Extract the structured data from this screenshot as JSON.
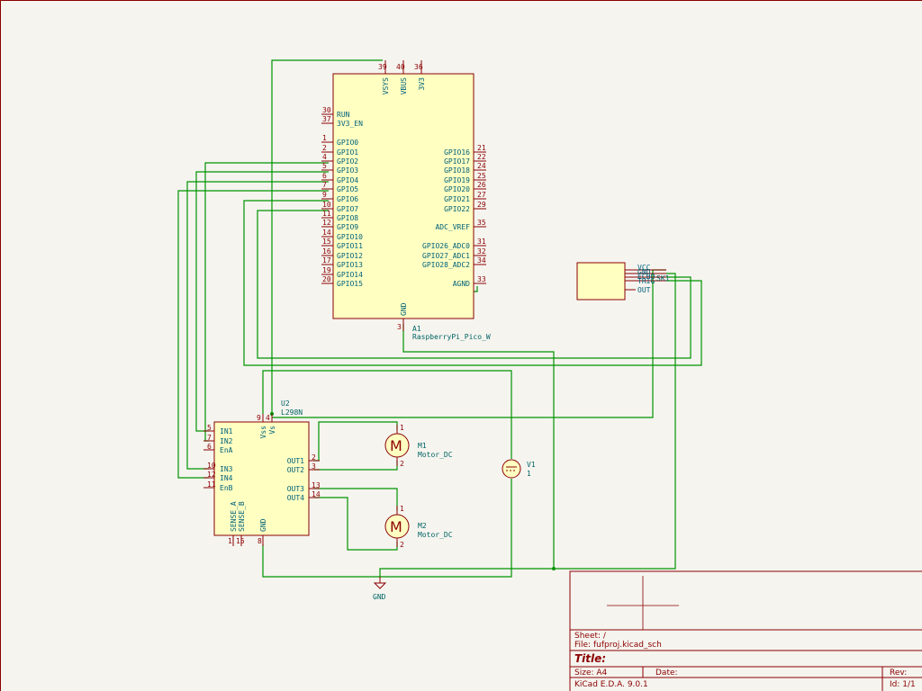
{
  "pico": {
    "ref": "A1",
    "value": "RaspberryPi_Pico_W",
    "left_pins": [
      {
        "num": "30",
        "name": "RUN"
      },
      {
        "num": "37",
        "name": "3V3_EN"
      },
      {
        "num": "1",
        "name": "GPIO0"
      },
      {
        "num": "2",
        "name": "GPIO1"
      },
      {
        "num": "4",
        "name": "GPIO2"
      },
      {
        "num": "5",
        "name": "GPIO3"
      },
      {
        "num": "6",
        "name": "GPIO4"
      },
      {
        "num": "7",
        "name": "GPIO5"
      },
      {
        "num": "9",
        "name": "GPIO6"
      },
      {
        "num": "10",
        "name": "GPIO7"
      },
      {
        "num": "11",
        "name": "GPIO8"
      },
      {
        "num": "12",
        "name": "GPIO9"
      },
      {
        "num": "14",
        "name": "GPIO10"
      },
      {
        "num": "15",
        "name": "GPIO11"
      },
      {
        "num": "16",
        "name": "GPIO12"
      },
      {
        "num": "17",
        "name": "GPIO13"
      },
      {
        "num": "19",
        "name": "GPIO14"
      },
      {
        "num": "20",
        "name": "GPIO15"
      }
    ],
    "right_pins": [
      {
        "num": "21",
        "name": "GPIO16"
      },
      {
        "num": "22",
        "name": "GPIO17"
      },
      {
        "num": "24",
        "name": "GPIO18"
      },
      {
        "num": "25",
        "name": "GPIO19"
      },
      {
        "num": "26",
        "name": "GPIO20"
      },
      {
        "num": "27",
        "name": "GPIO21"
      },
      {
        "num": "29",
        "name": "GPIO22"
      },
      {
        "num": "35",
        "name": "ADC_VREF"
      },
      {
        "num": "31",
        "name": "GPIO26_ADC0"
      },
      {
        "num": "32",
        "name": "GPIO27_ADC1"
      },
      {
        "num": "34",
        "name": "GPIO28_ADC2"
      },
      {
        "num": "33",
        "name": "AGND"
      }
    ],
    "top_pins": [
      {
        "num": "39",
        "name": "VSYS"
      },
      {
        "num": "40",
        "name": "VBUS"
      },
      {
        "num": "36",
        "name": "3V3"
      }
    ],
    "bottom_pin": {
      "num": "3",
      "name": "GND"
    }
  },
  "driver": {
    "ref": "U2",
    "value": "L298N",
    "left_pins": [
      {
        "num": "5",
        "name": "IN1"
      },
      {
        "num": "7",
        "name": "IN2"
      },
      {
        "num": "6",
        "name": "EnA"
      },
      {
        "num": "10",
        "name": "IN3"
      },
      {
        "num": "12",
        "name": "IN4"
      },
      {
        "num": "11",
        "name": "EnB"
      }
    ],
    "right_pins": [
      {
        "num": "2",
        "name": "OUT1"
      },
      {
        "num": "3",
        "name": "OUT2"
      },
      {
        "num": "13",
        "name": "OUT3"
      },
      {
        "num": "14",
        "name": "OUT4"
      }
    ],
    "top_pins": [
      {
        "num": "9",
        "name": "Vss"
      },
      {
        "num": "4",
        "name": "Vs"
      }
    ],
    "bottom_pins": [
      {
        "num": "1",
        "name": "SENSE_A"
      },
      {
        "num": "15",
        "name": "SENSE_B"
      },
      {
        "num": "8",
        "name": "GND"
      }
    ]
  },
  "motors": [
    {
      "ref": "M1",
      "value": "Motor_DC",
      "pin_top": "1",
      "pin_bottom": "2"
    },
    {
      "ref": "M2",
      "value": "Motor_DC",
      "pin_top": "1",
      "pin_bottom": "2"
    }
  ],
  "source": {
    "ref": "V1",
    "value": "1"
  },
  "sensor": {
    "ref": "SK1",
    "pins": [
      "VCC",
      "GND",
      "ECHO",
      "TRIG",
      "OUT"
    ]
  },
  "gnd_label": "GND",
  "title_block": {
    "sheet": "Sheet: /",
    "file": "File: fufproj.kicad_sch",
    "title": "Title:",
    "size": "Size: A4",
    "date": "Date:",
    "rev": "Rev:",
    "tool": "KiCad E.D.A. 9.0.1",
    "id": "Id: 1/1"
  },
  "colors": {
    "wire": "#009400",
    "body": "#ffffc2",
    "outline": "#8b0000",
    "pin_name": "#00617a",
    "pin_number": "#8b0000",
    "ref_text": "#006464",
    "background": "#f5f4ef"
  }
}
